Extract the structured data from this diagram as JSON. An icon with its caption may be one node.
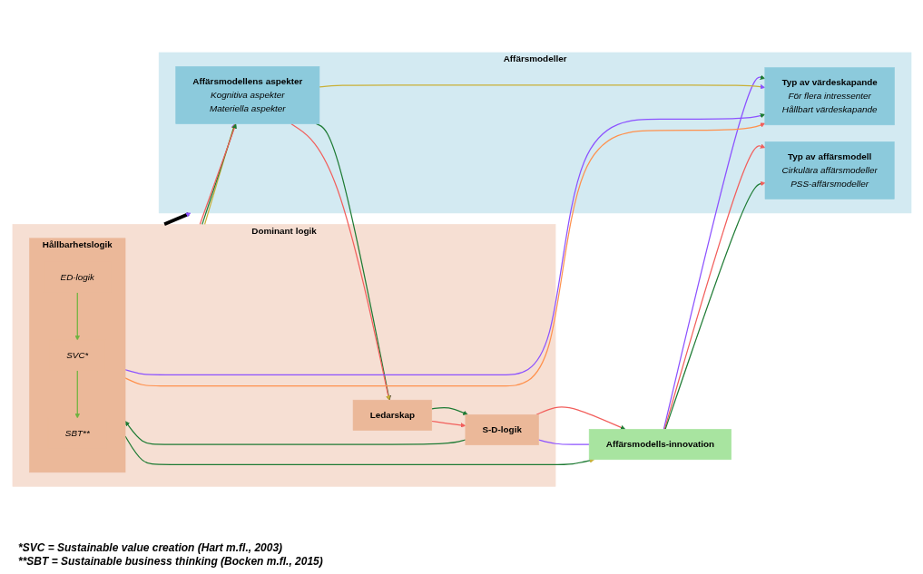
{
  "diagram": {
    "nodes": [
      {
        "text": [
          "Dominant logik"
        ]
      },
      {
        "text": [
          "Ledarskap"
        ],
        "in": 0
      },
      {
        "text": [
          "S-D-logik"
        ],
        "in": 0
      },
      {
        "text": [
          "Hållbarhetslogik"
        ],
        "in": 0
      },
      {
        "text": [
          "ED-logik"
        ],
        "in": 3
      },
      {
        "text": [
          "SVC*"
        ],
        "in": 3
      },
      {
        "text": [
          "SBT**"
        ],
        "in": 3
      },
      {
        "text": [
          "Affärsmodells-innovation"
        ]
      },
      {
        "text": [
          "Affärsmodeller"
        ]
      },
      {
        "text": [
          "Affärsmodellens aspekter",
          "Kognitiva aspekter",
          "Materiella aspekter"
        ],
        "in": 8
      },
      {
        "text": [
          "Typ av värdeskapande",
          "För flera intressenter",
          "Hållbart värdeskapande"
        ],
        "in": 8
      },
      {
        "text": [
          "Typ av affärsmodell",
          "Cirkulära affärsmodeller",
          "PSS-affärsmodeller"
        ],
        "in": 8
      }
    ],
    "edges": [
      {
        "from": 0,
        "to": 8,
        "arrow": "to",
        "style": "thick",
        "color": "#000000"
      },
      {
        "from": 0,
        "to": 9,
        "arrow": "to",
        "color": "#c9b037"
      },
      {
        "from": 0,
        "to": 9,
        "arrow": "to",
        "color": "#1e7b34"
      },
      {
        "from": 0,
        "to": 9,
        "arrow": "to",
        "color": "#f25f5c"
      },
      {
        "from": 9,
        "to": 1,
        "arrow": "to",
        "color": "#1e7b34"
      },
      {
        "from": 9,
        "to": 1,
        "arrow": "to",
        "color": "#f25f5c"
      },
      {
        "from": 1,
        "to": 2,
        "arrow": "to",
        "color": "#1e7b34"
      },
      {
        "from": 1,
        "to": 2,
        "arrow": "to",
        "color": "#f25f5c"
      },
      {
        "from": 2,
        "to": 7,
        "arrow": "to",
        "color": "#f25f5c"
      },
      {
        "from": 2,
        "to": 7,
        "arrow": "none",
        "color": "#8c52ff"
      },
      {
        "from": 7,
        "to": 10,
        "arrow": "to",
        "color": "#8c52ff"
      },
      {
        "from": 3,
        "to": 10,
        "arrow": "to",
        "color": "#8c52ff"
      },
      {
        "from": 3,
        "to": 10,
        "arrow": "to",
        "color": "#ff914d"
      },
      {
        "from": 2,
        "to": 3,
        "arrow": "to",
        "color": "#1e7b34"
      },
      {
        "from": 3,
        "to": 7,
        "arrow": "to",
        "color": "#1e7b34"
      },
      {
        "from": 7,
        "to": 11,
        "arrow": "to",
        "color": "#f25f5c"
      },
      {
        "from": 7,
        "to": 11,
        "arrow": "to",
        "color": "#1e7b34"
      },
      {
        "from": 9,
        "to": 10,
        "arrow": "to",
        "color": "#c9b037"
      },
      {
        "from": 4,
        "to": 5,
        "arrow": "to",
        "color": "#6db33f"
      },
      {
        "from": 5,
        "to": 6,
        "arrow": "to",
        "color": "#6db33f"
      }
    ],
    "labels": [
      "*SVC = Sustainable value creation (Hart m.fl., 2003)",
      "**SBT = Sustainable business thinking (Bocken m.fl., 2015)"
    ]
  }
}
